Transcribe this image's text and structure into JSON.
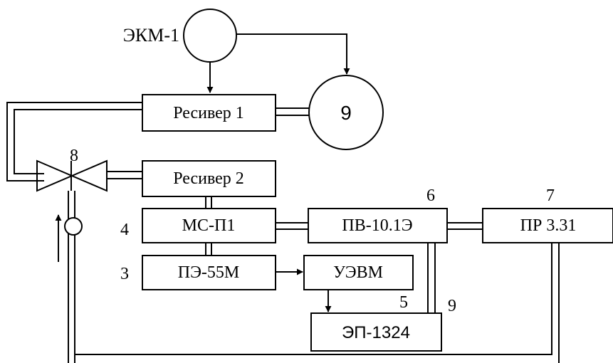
{
  "labels": {
    "ekm": "ЭКМ-1",
    "receiver1": "Ресивер 1",
    "receiver2": "Ресивер 2",
    "ms": "МС-П1",
    "pv": "ПВ-10.1Э",
    "pr": "ПР 3.31",
    "pe": "ПЭ-55М",
    "uevm": "УЭВМ",
    "ep": "ЭП-1324",
    "num9_circle": "9",
    "num8": "8",
    "num6": "6",
    "num7": "7",
    "num4": "4",
    "num3": "3",
    "num5": "5",
    "num9_small": "9"
  },
  "colors": {
    "stroke": "#000000",
    "background": "#ffffff"
  }
}
